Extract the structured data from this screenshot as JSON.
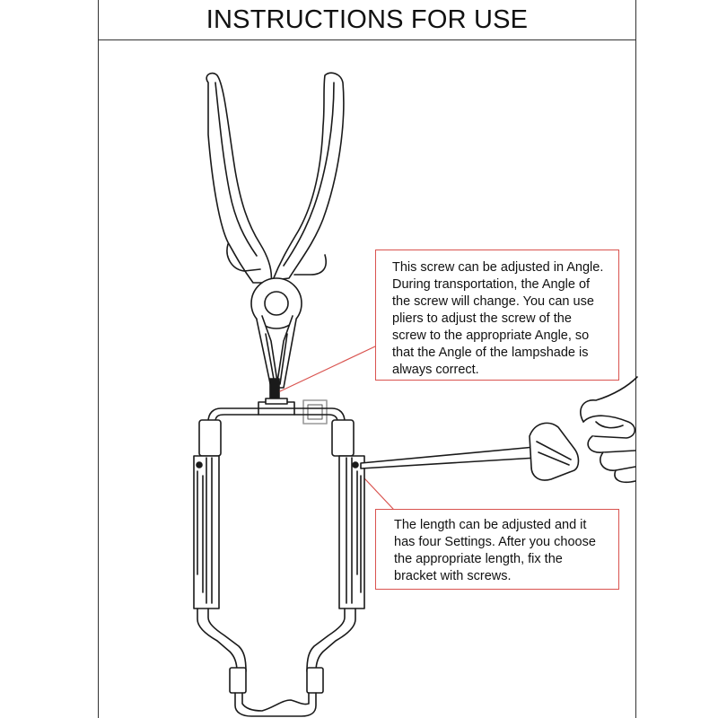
{
  "header": {
    "title": "INSTRUCTIONS FOR USE"
  },
  "callouts": {
    "angle_screw": "This screw can be adjusted in Angle. During transportation, the Angle of the screw will change. You can use pliers to adjust the screw of the screw to the appropriate Angle, so that the Angle of the lampshade is always correct.",
    "length_setting": "The length can be adjusted and it has four Settings. After you choose the appropriate length, fix the bracket with screws."
  },
  "colors": {
    "callout_border": "#d9534f",
    "line": "#1a1a1a",
    "handle_fill": "#ffffff"
  },
  "illustration": {
    "tools": [
      "pliers-icon",
      "screwdriver-icon",
      "hand-icon"
    ],
    "object": "lampshade-bracket",
    "length_settings": 4
  }
}
